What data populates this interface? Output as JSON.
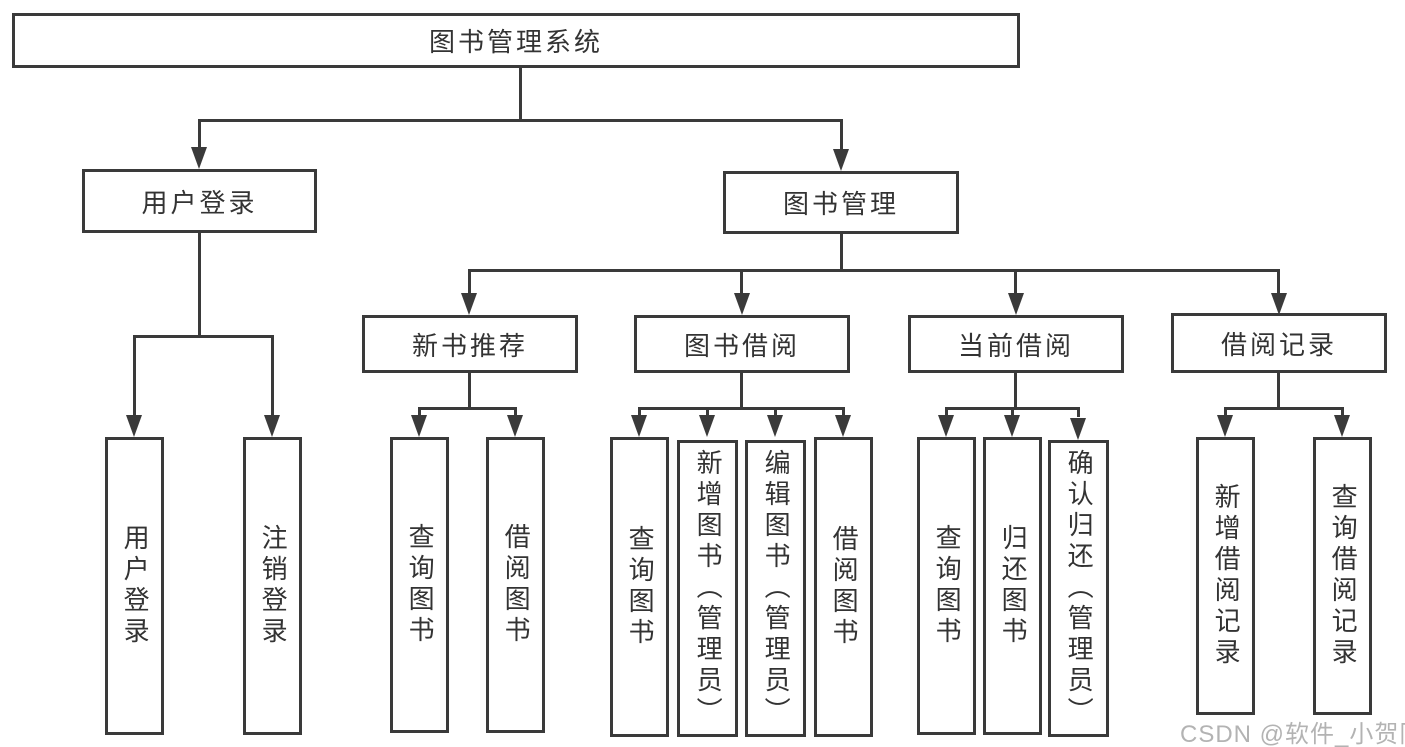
{
  "tree": {
    "root": {
      "label": "图书管理系统"
    },
    "branches": [
      {
        "label": "用户登录",
        "children": [
          "用户登录",
          "注销登录"
        ]
      },
      {
        "label": "图书管理",
        "sections": [
          {
            "label": "新书推荐",
            "children": [
              "查询图书",
              "借阅图书"
            ]
          },
          {
            "label": "图书借阅",
            "children": [
              "查询图书",
              "新增图书（管理员）",
              "编辑图书（管理员）",
              "借阅图书"
            ]
          },
          {
            "label": "当前借阅",
            "children": [
              "查询图书",
              "归还图书",
              "确认归还（管理员）"
            ]
          },
          {
            "label": "借阅记录",
            "children": [
              "新增借阅记录",
              "查询借阅记录"
            ]
          }
        ]
      }
    ]
  },
  "watermark": {
    "text": "CSDN @软件_小贺同学"
  },
  "colors": {
    "line": "#3a3a3a",
    "text": "#333333",
    "background": "#ffffff",
    "watermark": "#b3b3b3"
  }
}
